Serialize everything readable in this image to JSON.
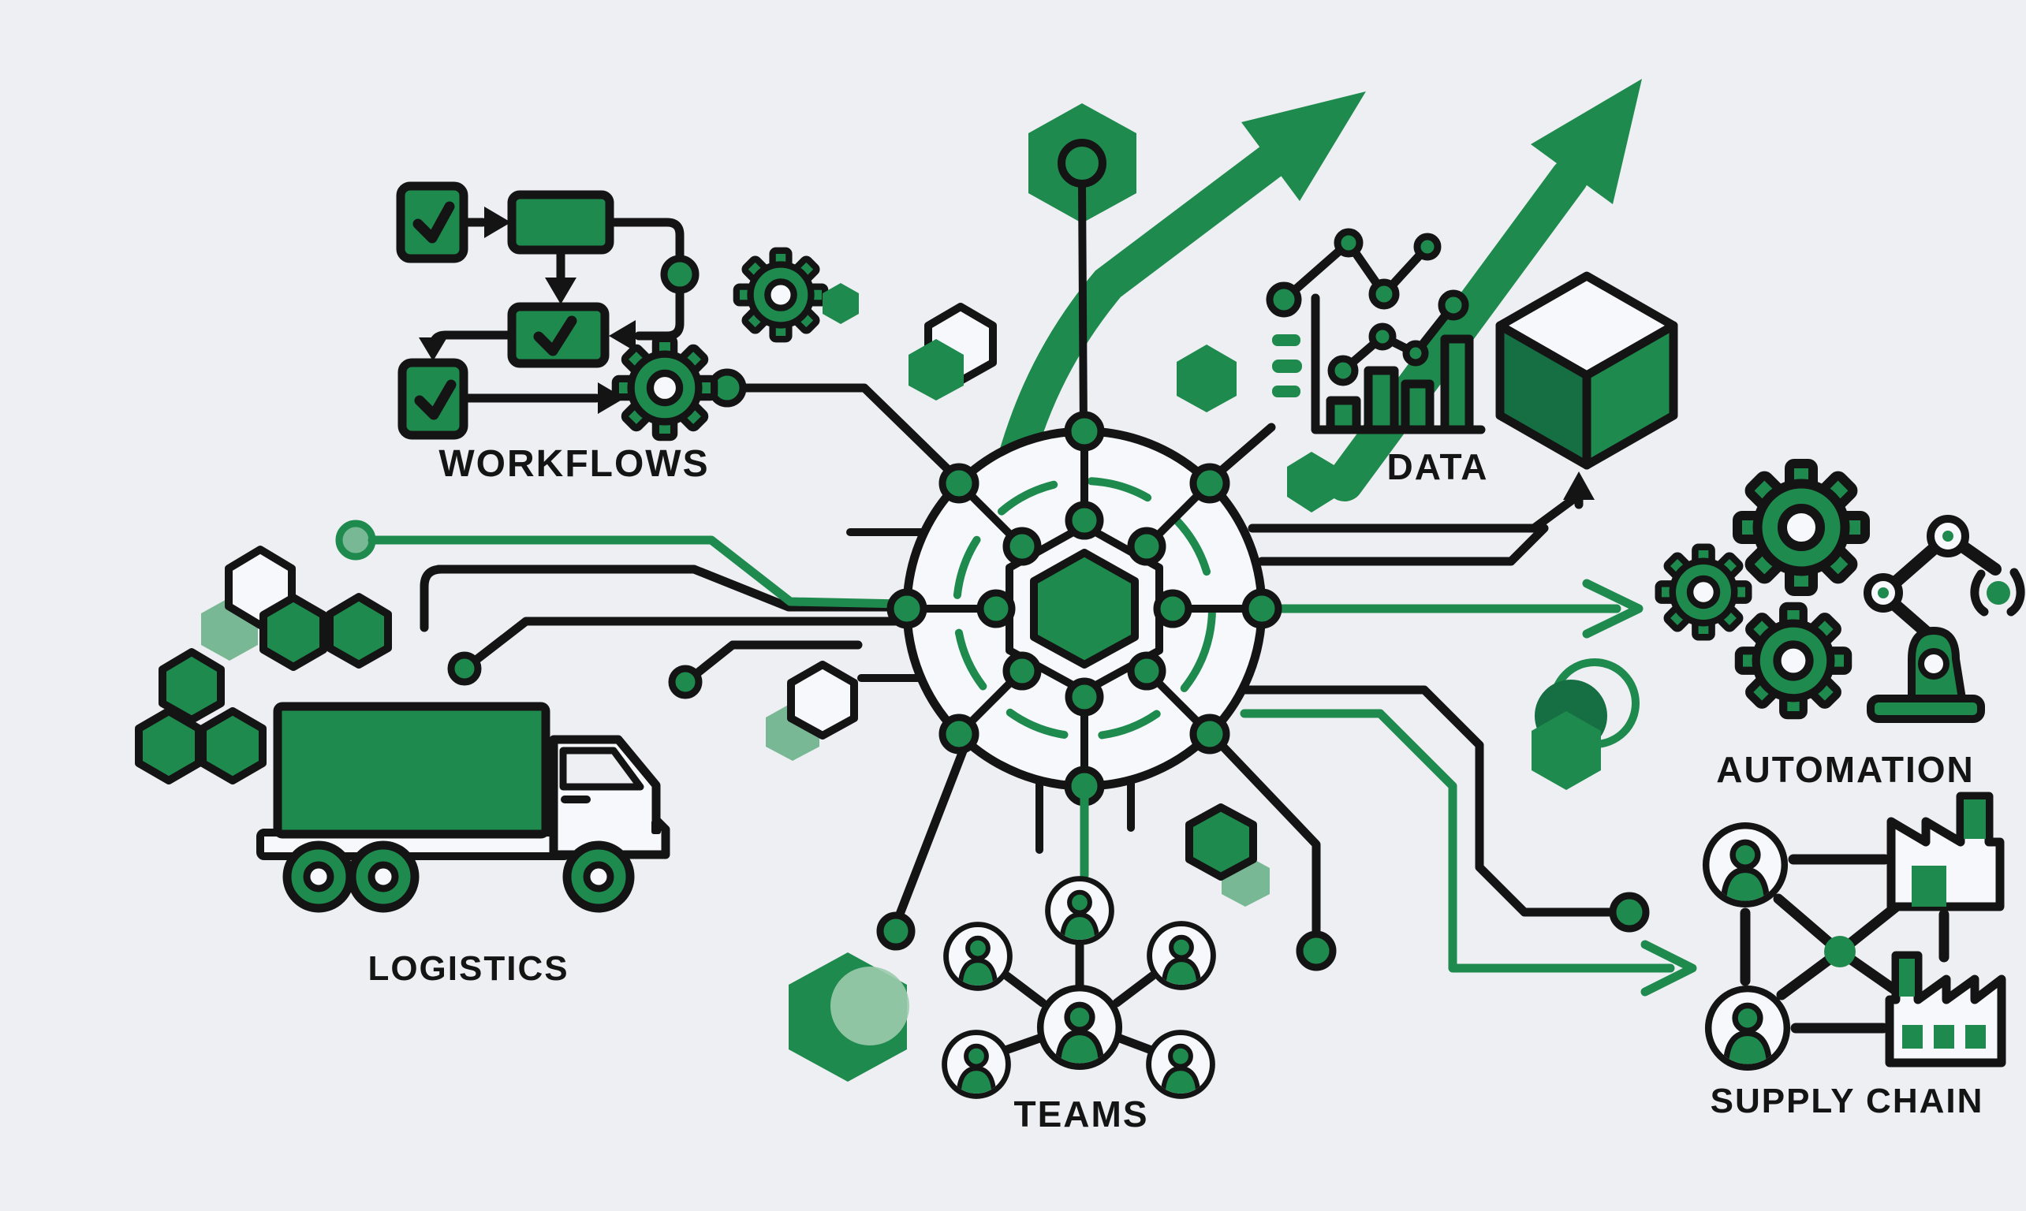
{
  "title": "Business operations network illustration",
  "colors": {
    "bg": "#edeff3",
    "surface": "#f6f8fb",
    "ink": "#141414",
    "green": "#1e8a4d",
    "green_dark": "#156f43",
    "green_mid": "#31985f",
    "green_light": "#79b894",
    "green_pale": "#9ccbae"
  },
  "sections": {
    "workflows": {
      "label": "WORKFLOWS"
    },
    "data": {
      "label": "DATA"
    },
    "logistics": {
      "label": "LOGISTICS"
    },
    "automation": {
      "label": "AUTOMATION"
    },
    "teams": {
      "label": "TEAMS"
    },
    "supply_chain": {
      "label": "SUPPLY CHAIN"
    }
  }
}
